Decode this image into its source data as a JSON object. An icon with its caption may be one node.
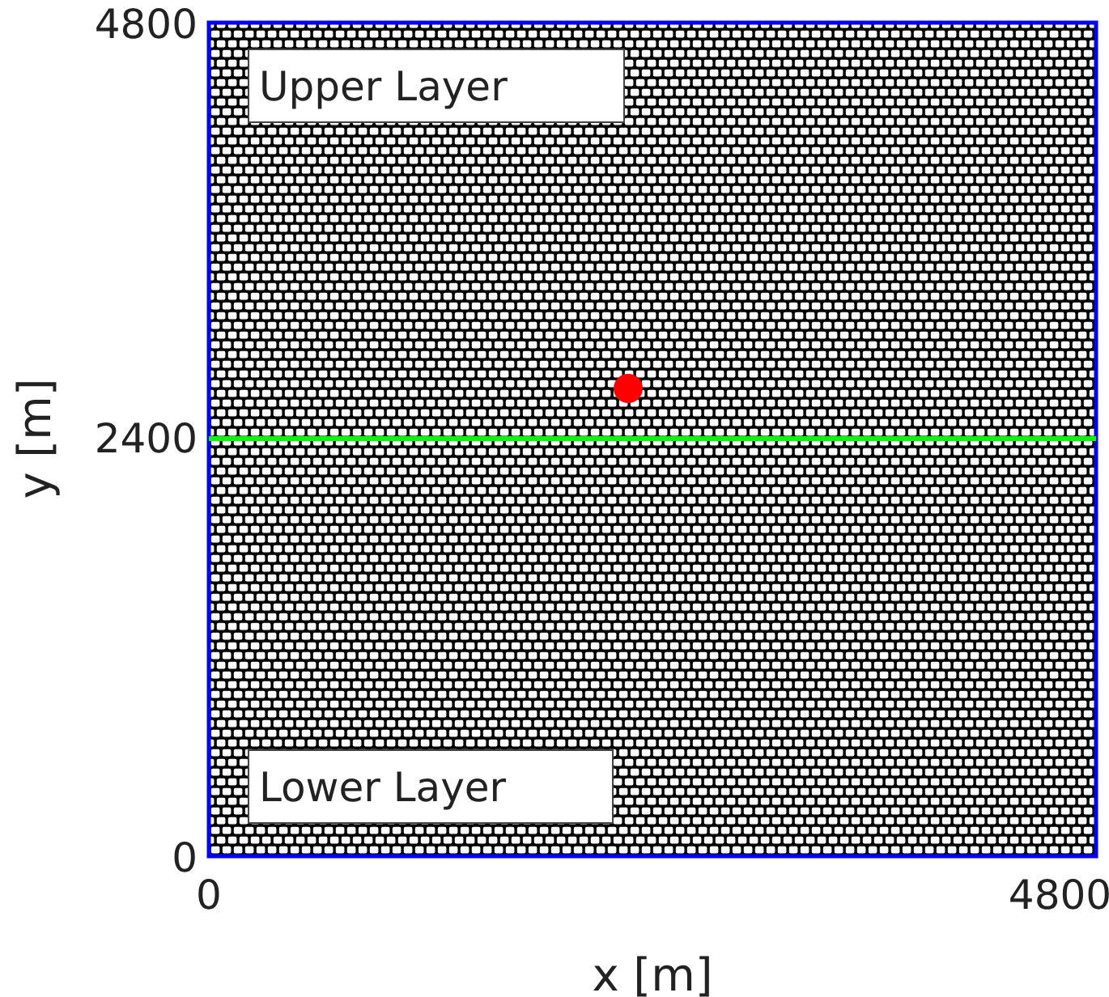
{
  "diagram": {
    "nodes": [
      {
        "text": [
          "Upper Layer"
        ]
      },
      {
        "text": [
          "Lower Layer"
        ]
      }
    ],
    "edges": [],
    "labels": [
      "4800",
      "2400",
      "y [m]",
      "0",
      "0",
      "4800",
      "x [m]"
    ]
  }
}
